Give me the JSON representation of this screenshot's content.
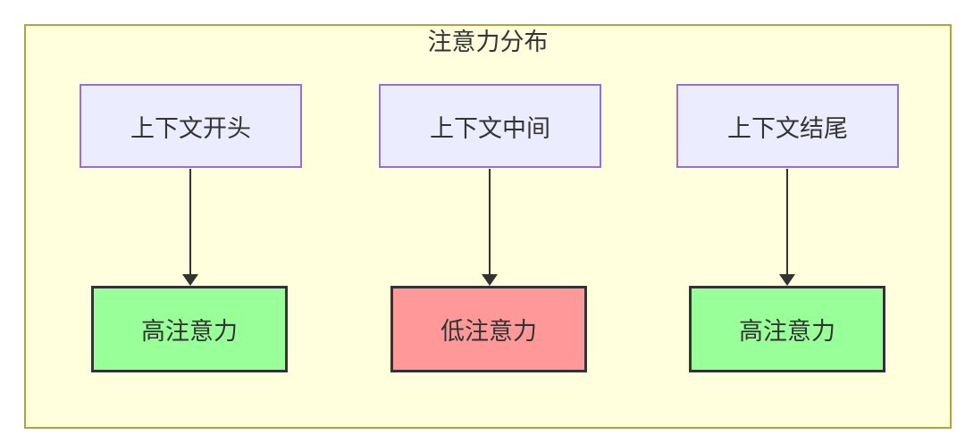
{
  "diagram": {
    "title": "注意力分布",
    "nodes": {
      "top": [
        {
          "label": "上下文开头"
        },
        {
          "label": "上下文中间"
        },
        {
          "label": "上下文结尾"
        }
      ],
      "bottom": [
        {
          "label": "高注意力",
          "level": "high"
        },
        {
          "label": "低注意力",
          "level": "low"
        },
        {
          "label": "高注意力",
          "level": "high"
        }
      ]
    },
    "edges": [
      {
        "from": "上下文开头",
        "to": "高注意力"
      },
      {
        "from": "上下文中间",
        "to": "低注意力"
      },
      {
        "from": "上下文结尾",
        "to": "高注意力"
      }
    ],
    "colors": {
      "container_fill": "#ffffde",
      "container_border": "#aaaa33",
      "top_node_fill": "#ececff",
      "top_node_border": "#9370db",
      "high_attention_fill": "#99ff99",
      "low_attention_fill": "#ff9999",
      "bottom_node_border": "#333333",
      "arrow": "#333333",
      "text": "#333333"
    }
  }
}
